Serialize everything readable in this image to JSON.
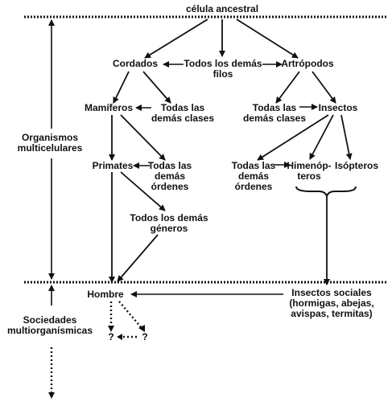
{
  "diagram": {
    "title": "célula ancestral",
    "nodes": {
      "cordados": "Cordados",
      "todos_filos": "Todos los demás\nfilos",
      "artropodos": "Artrópodos",
      "mamiferos": "Mamíferos",
      "todas_clases_left": "Todas las\ndemás clases",
      "todas_clases_right": "Todas las\ndemás clases",
      "insectos": "Insectos",
      "primates": "Primates",
      "todas_ordenes_left": "Todas las\ndemás\nórdenes",
      "todas_ordenes_right": "Todas las\ndemás\nórdenes",
      "himenopteros": "Himenóp-\nteros",
      "isopteros": "Isópteros",
      "todos_generos": "Todos los demás\ngéneros",
      "hombre": "Hombre",
      "insectos_sociales": "Insectos sociales\n(hormigas, abejas,\navispas, termitas)",
      "q_left": "?",
      "q_right": "?"
    },
    "side_labels": {
      "organismos": "Organismos\nmulticelulares",
      "sociedades": "Sociedades\nmultiorganísmicas"
    },
    "colors": {
      "ink": "#111111",
      "background": "#ffffff"
    }
  }
}
